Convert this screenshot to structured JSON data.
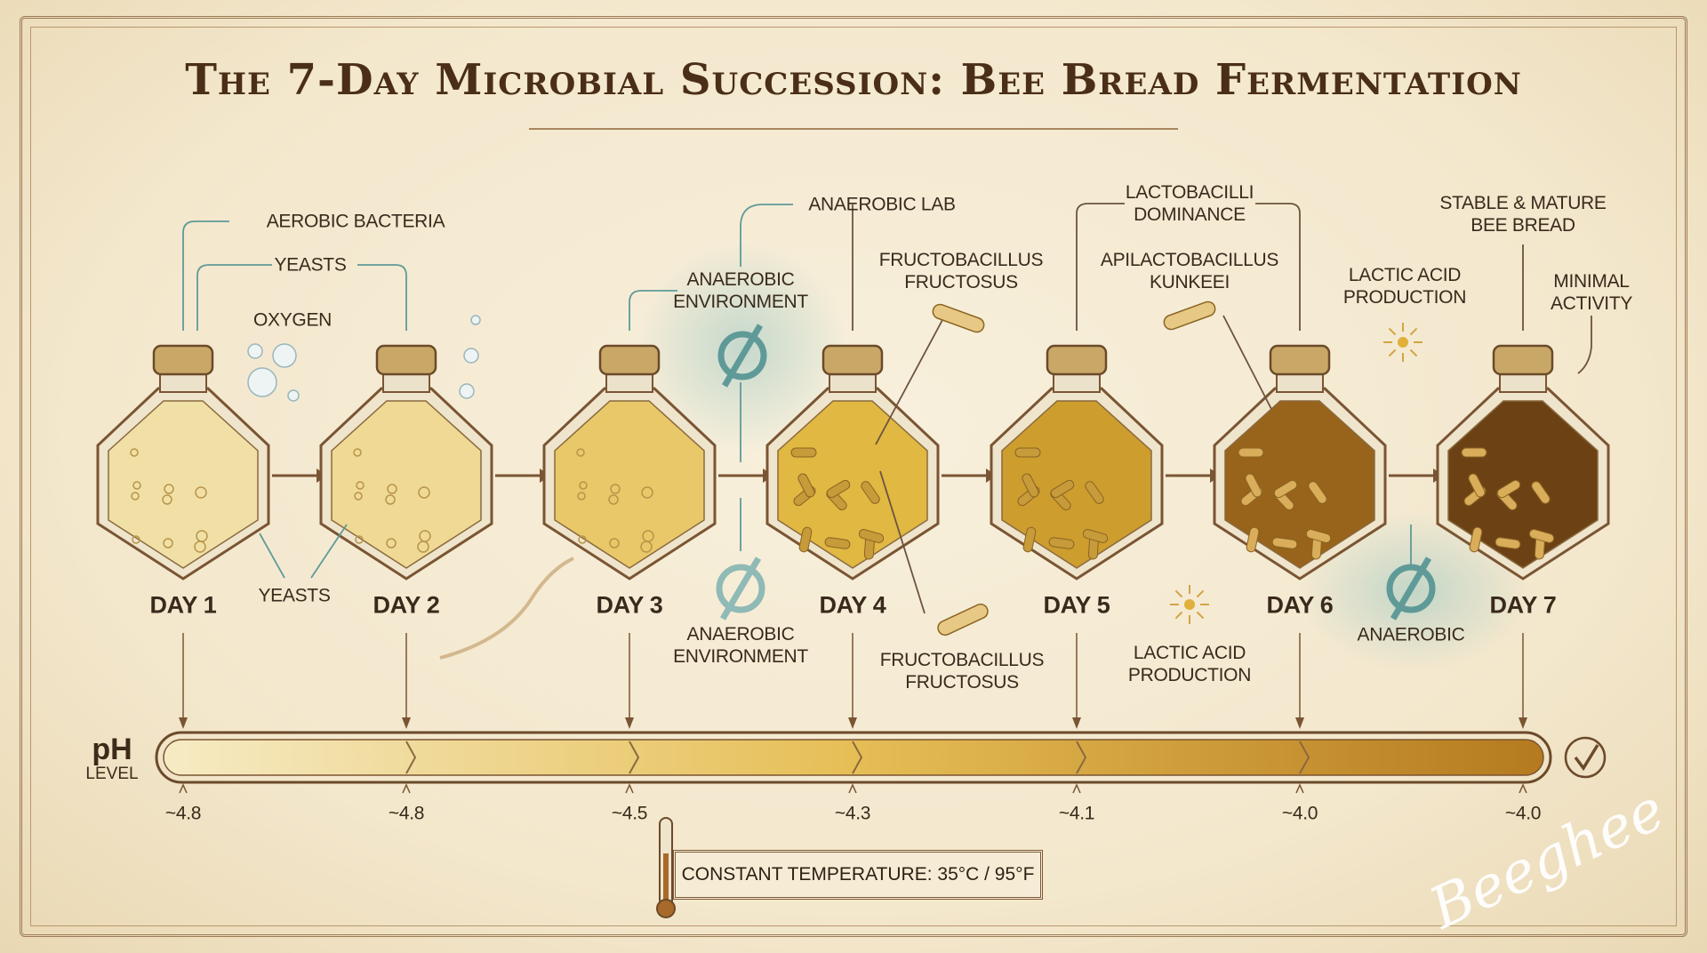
{
  "title": "The 7-Day Microbial Succession: Bee Bread Fermentation",
  "days": [
    {
      "label": "DAY 1",
      "ph": "~4.8",
      "color": "#f1e0a6"
    },
    {
      "label": "DAY 2",
      "ph": "~4.8",
      "color": "#efd994"
    },
    {
      "label": "DAY 3",
      "ph": "~4.5",
      "color": "#e8c868"
    },
    {
      "label": "DAY 4",
      "ph": "~4.3",
      "color": "#e0b842"
    },
    {
      "label": "DAY 5",
      "ph": "~4.1",
      "color": "#cd9d2e"
    },
    {
      "label": "DAY 6",
      "ph": "~4.0",
      "color": "#98631a"
    },
    {
      "label": "DAY 7",
      "ph": "~4.0",
      "color": "#6c4215"
    }
  ],
  "annotations": {
    "aerobic_bacteria": "AEROBIC BACTERIA",
    "yeasts_top": "YEASTS",
    "oxygen": "OXYGEN",
    "yeasts_bottom": "YEASTS",
    "anaerobic_env_top": [
      "ANAEROBIC",
      "ENVIRONMENT"
    ],
    "anaerobic_lab": "ANAEROBIC LAB",
    "fructo_top": [
      "FRUCTOBACILLUS",
      "FRUCTOSUS"
    ],
    "lacto_dominance": [
      "LACTOBACILLI",
      "DOMINANCE"
    ],
    "apilacto": [
      "APILACTOBACILLUS",
      "KUNKEEI"
    ],
    "lactic_top": [
      "LACTIC ACID",
      "PRODUCTION"
    ],
    "stable": [
      "STABLE & MATURE",
      "BEE BREAD"
    ],
    "minimal": [
      "MINIMAL",
      "ACTIVITY"
    ],
    "anaerobic_env_bottom": [
      "ANAEROBIC",
      "ENVIRONMENT"
    ],
    "fructo_bottom": [
      "FRUCTOBACILLUS",
      "FRUCTOSUS"
    ],
    "lactic_bottom": [
      "LACTIC ACID",
      "PRODUCTION"
    ],
    "anaerobic": "ANAEROBIC"
  },
  "ph_scale": {
    "label_top": "pH",
    "label_bottom": "LEVEL",
    "start_color": "#f6ebc4",
    "end_color": "#b57a1f",
    "complete_icon": "checkmark-circle-icon"
  },
  "temperature": {
    "text": "CONSTANT TEMPERATURE: 35°C / 95°F",
    "icon": "thermometer-icon"
  },
  "signature": "Beeghee",
  "icons": {
    "no_oxygen": "empty-set-icon",
    "lactic": "sun-burst-icon"
  },
  "colors": {
    "ink": "#3a2a1c",
    "teal": "#5f9a98",
    "brown": "#7a5533"
  }
}
